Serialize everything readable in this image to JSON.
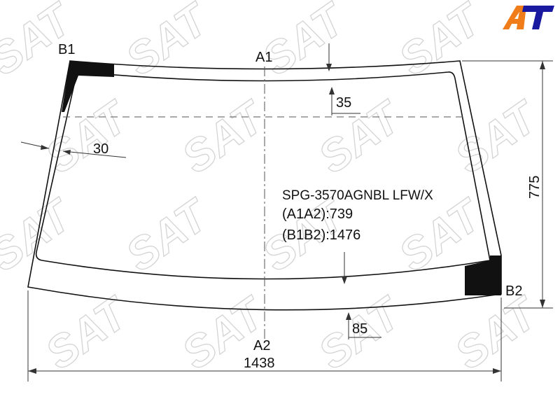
{
  "part_code": "SPG-3570AGNBL LFW/X",
  "a1a2": "(A1A2):739",
  "b1b2": "(B1B2):1476",
  "points": {
    "a1": "A1",
    "a2": "A2",
    "b1": "B1",
    "b2": "B2"
  },
  "dimensions": {
    "height": "775",
    "width": "1438",
    "top_band": "35",
    "side_band": "30",
    "bottom_band": "85"
  },
  "watermark": "SAT",
  "logo": {
    "text": "AT",
    "color_a": "#f07d1a",
    "color_t": "#1a1aa0"
  }
}
